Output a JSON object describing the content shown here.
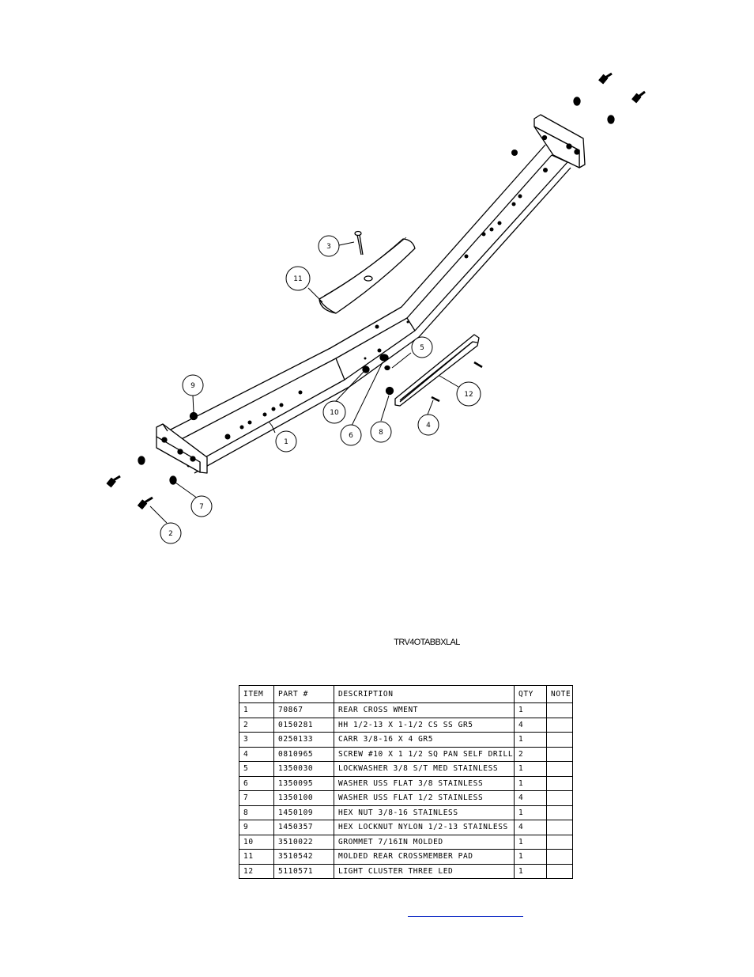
{
  "diagram": {
    "callouts": [
      "1",
      "2",
      "3",
      "4",
      "5",
      "6",
      "7",
      "8",
      "9",
      "10",
      "11",
      "12"
    ]
  },
  "model_code": "TRV4OTABBXLAL",
  "bom": {
    "headers": {
      "item": "ITEM",
      "part": "PART #",
      "description": "DESCRIPTION",
      "qty": "QTY",
      "note": "NOTE"
    },
    "rows": [
      {
        "item": "1",
        "part": "70867",
        "description": "REAR CROSS WMENT",
        "qty": "1",
        "note": ""
      },
      {
        "item": "2",
        "part": "0150281",
        "description": "HH 1/2-13 X 1-1/2 CS SS GR5",
        "qty": "4",
        "note": ""
      },
      {
        "item": "3",
        "part": "0250133",
        "description": "CARR 3/8-16 X 4 GR5",
        "qty": "1",
        "note": ""
      },
      {
        "item": "4",
        "part": "0810965",
        "description": "SCREW #10 X 1 1/2 SQ PAN SELF DRILL",
        "qty": "2",
        "note": ""
      },
      {
        "item": "5",
        "part": "1350030",
        "description": "LOCKWASHER 3/8 S/T MED STAINLESS",
        "qty": "1",
        "note": ""
      },
      {
        "item": "6",
        "part": "1350095",
        "description": "WASHER USS FLAT 3/8 STAINLESS",
        "qty": "1",
        "note": ""
      },
      {
        "item": "7",
        "part": "1350100",
        "description": "WASHER USS FLAT 1/2 STAINLESS",
        "qty": "4",
        "note": ""
      },
      {
        "item": "8",
        "part": "1450109",
        "description": "HEX NUT 3/8-16 STAINLESS",
        "qty": "1",
        "note": ""
      },
      {
        "item": "9",
        "part": "1450357",
        "description": "HEX LOCKNUT NYLON 1/2-13 STAINLESS",
        "qty": "4",
        "note": ""
      },
      {
        "item": "10",
        "part": "3510022",
        "description": "GROMMET  7/16IN MOLDED",
        "qty": "1",
        "note": ""
      },
      {
        "item": "11",
        "part": "3510542",
        "description": "MOLDED REAR CROSSMEMBER PAD",
        "qty": "1",
        "note": ""
      },
      {
        "item": "12",
        "part": "5110571",
        "description": "LIGHT CLUSTER THREE LED",
        "qty": "1",
        "note": ""
      }
    ]
  }
}
